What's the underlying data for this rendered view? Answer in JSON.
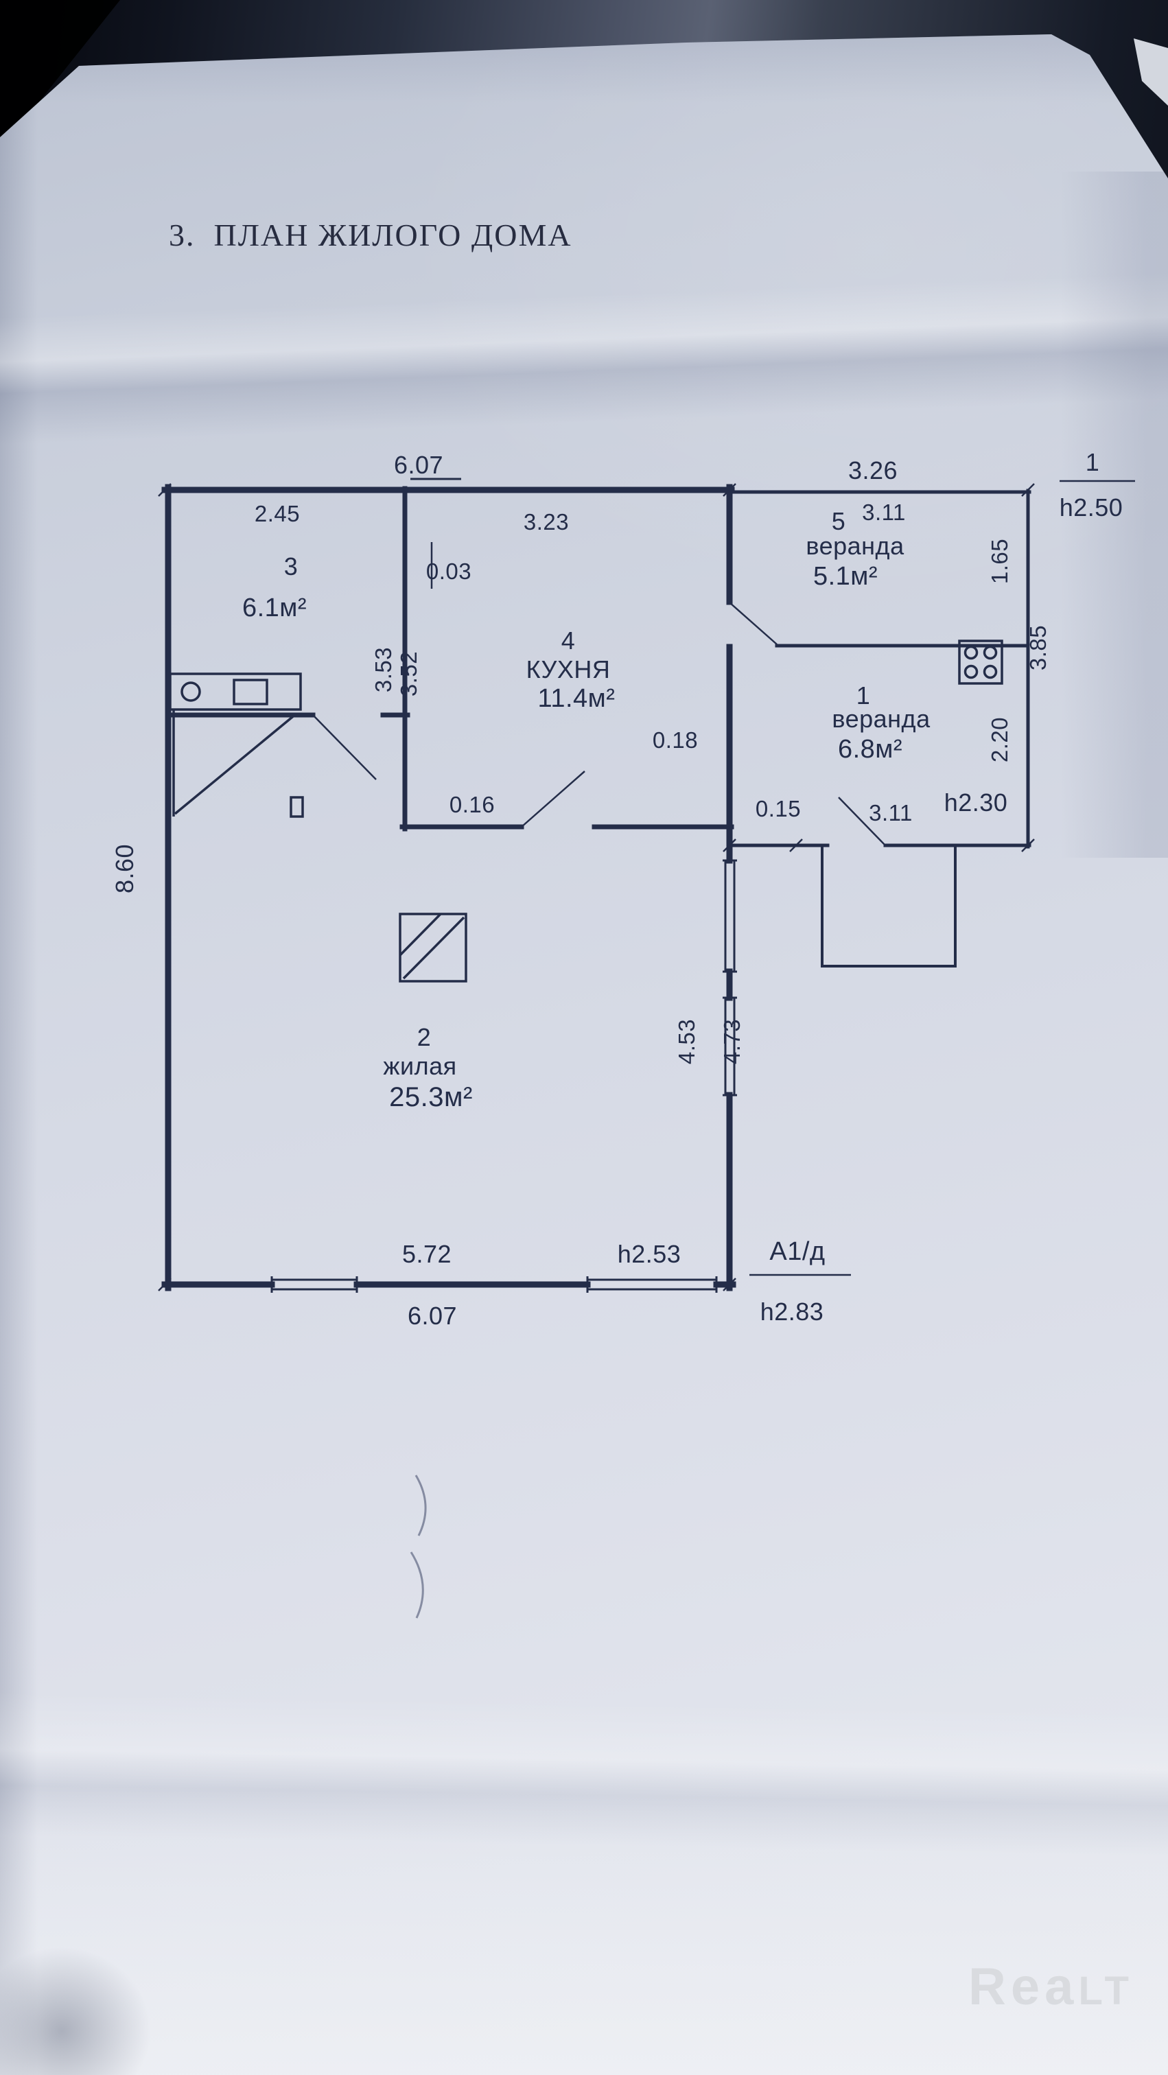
{
  "title": "3.  ПЛАН ЖИЛОГО ДОМА",
  "watermark": {
    "part1": "Re",
    "part2": "a",
    "part3": "LT"
  },
  "colors": {
    "ink": "#242d49",
    "paper": "#d7dbe5",
    "table": "#39404f",
    "watermark": "#d9dbdf"
  },
  "plan": {
    "rooms": {
      "r2": {
        "num": "2",
        "name": "жилая",
        "area": "25.3м²"
      },
      "r3": {
        "num": "3",
        "area": "6.1м²"
      },
      "r4": {
        "num": "4",
        "name": "КУХНЯ",
        "area": "11.4м²"
      },
      "r5": {
        "num": "5",
        "name": "веранда",
        "area": "5.1м²"
      },
      "r1": {
        "num": "1",
        "name": "веранда",
        "area": "6.8м²"
      }
    },
    "dims": {
      "top_w": "6.07",
      "top_ver": "3.26",
      "r3_w": "2.45",
      "r4_w": "3.23",
      "r5_w": "3.11",
      "gap": "0.03",
      "r5_h": "1.65",
      "ver_h": "3.85",
      "r4_h1": "3.53",
      "r4_h2": "3.52",
      "wall18": "0.18",
      "r1_h": "2.20",
      "wall16": "0.16",
      "wall15": "0.15",
      "r1_w": "3.11",
      "house_h": "8.60",
      "r2_h1": "4.53",
      "r2_h2": "4.73",
      "bot_in": "5.72",
      "bot_w": "6.07"
    },
    "liters": {
      "ver_num": "1",
      "ver_height": "h2.50",
      "r1_height": "h2.30",
      "house_height_in": "h2.53",
      "house_lit": "А1/д",
      "house_height": "h2.83"
    }
  }
}
